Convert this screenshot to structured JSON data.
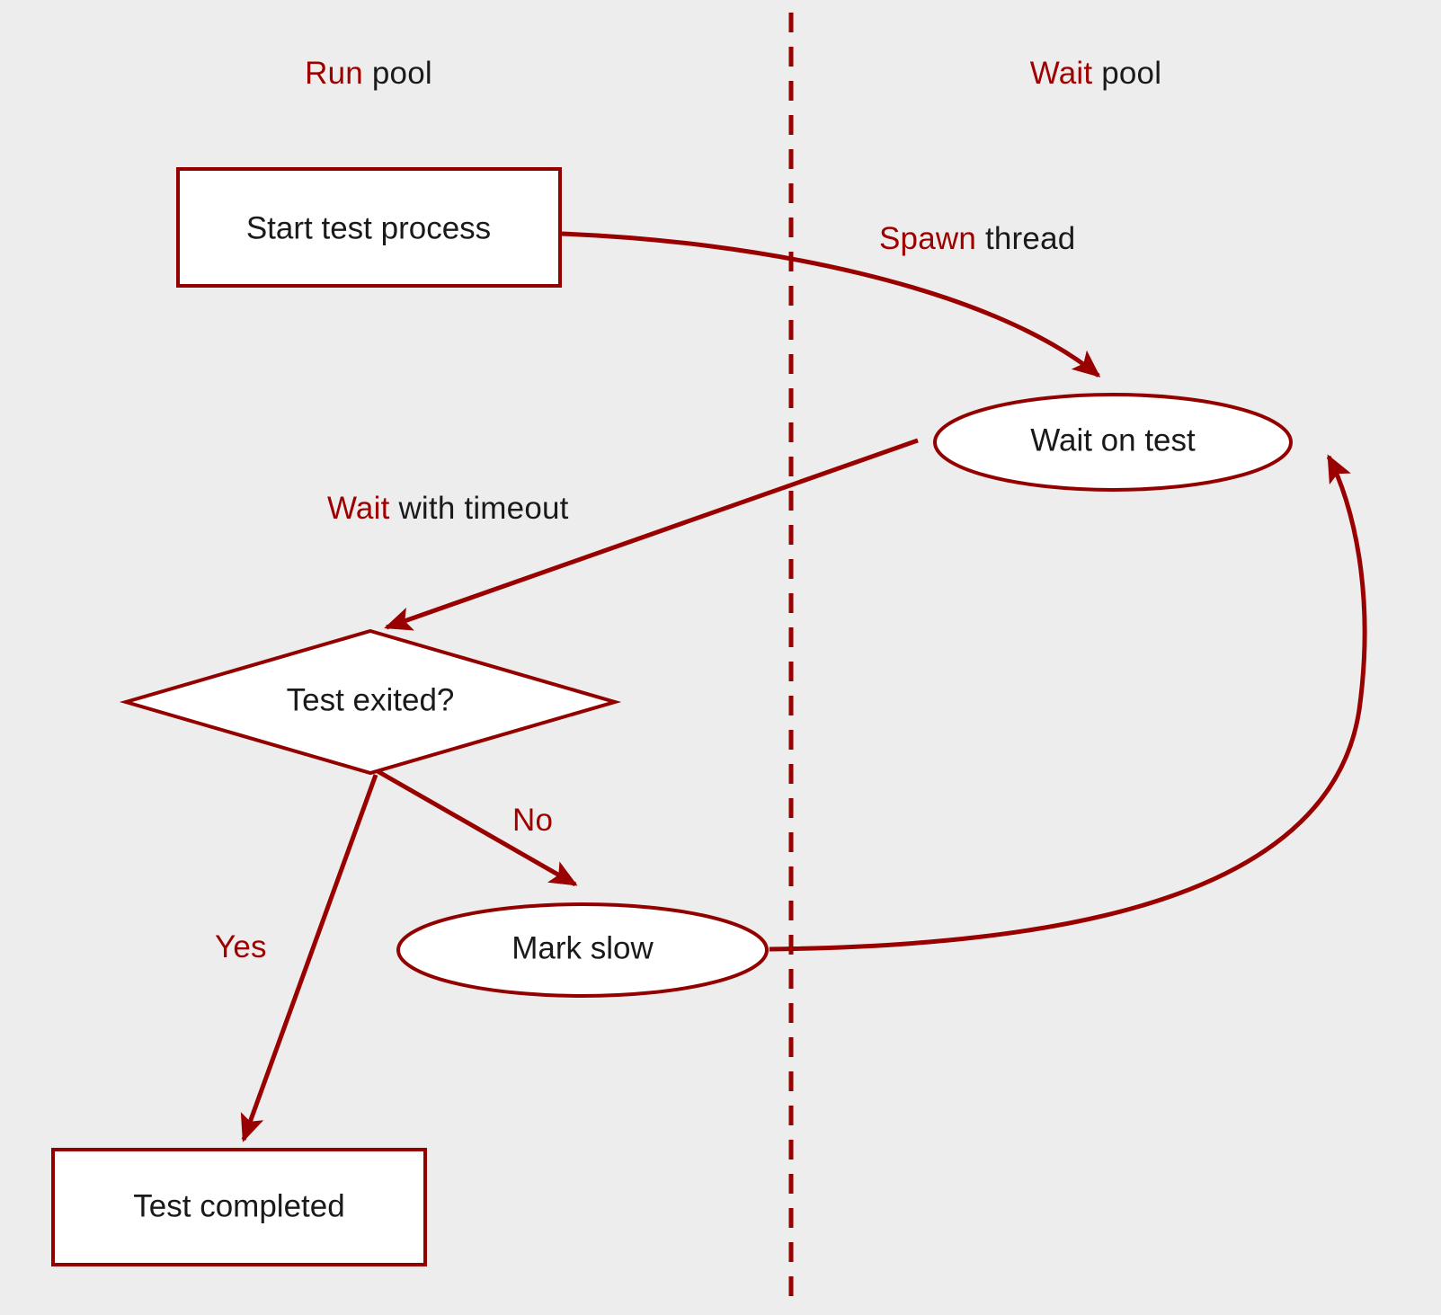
{
  "diagram": {
    "title_pools": [
      {
        "keyword": "Run",
        "rest": " pool",
        "name": "run-pool"
      },
      {
        "keyword": "Wait",
        "rest": " pool",
        "name": "wait-pool"
      }
    ],
    "nodes": [
      {
        "id": "start-test-process",
        "label": "Start test process",
        "shape": "rectangle",
        "pool": "Run"
      },
      {
        "id": "wait-on-test",
        "label": "Wait on test",
        "shape": "ellipse",
        "pool": "Wait"
      },
      {
        "id": "test-exited",
        "label": "Test exited?",
        "shape": "diamond",
        "pool": "Run"
      },
      {
        "id": "mark-slow",
        "label": "Mark slow",
        "shape": "ellipse",
        "pool": "Run"
      },
      {
        "id": "test-completed",
        "label": "Test completed",
        "shape": "rectangle",
        "pool": "Run"
      }
    ],
    "edges": [
      {
        "id": "spawn-thread",
        "from": "start-test-process",
        "to": "wait-on-test",
        "keyword": "Spawn",
        "rest": " thread"
      },
      {
        "id": "wait-with-timeout",
        "from": "wait-on-test",
        "to": "test-exited",
        "keyword": "Wait",
        "rest": " with timeout"
      },
      {
        "id": "no-branch",
        "from": "test-exited",
        "to": "mark-slow",
        "keyword": "No",
        "rest": ""
      },
      {
        "id": "yes-branch",
        "from": "test-exited",
        "to": "test-completed",
        "keyword": "Yes",
        "rest": ""
      },
      {
        "id": "loop-back",
        "from": "mark-slow",
        "to": "wait-on-test",
        "keyword": "",
        "rest": ""
      }
    ],
    "colors": {
      "background": "#ededed",
      "stroke": "#990000",
      "node_fill": "#ffffff",
      "keyword_text": "#9e0000",
      "body_text": "#1a1a1a"
    }
  }
}
